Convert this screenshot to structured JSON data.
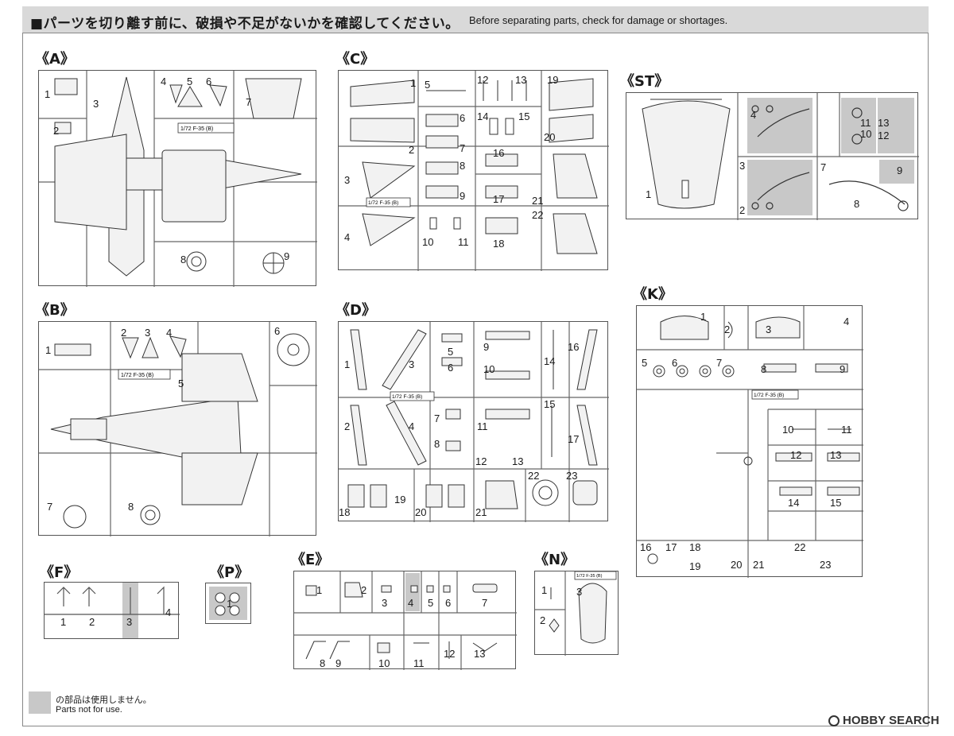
{
  "header": {
    "title_jp": "■パーツを切り離す前に、破損や不足がないかを確認してください。",
    "title_en": "Before separating parts, check for damage or shortages."
  },
  "sections": {
    "A": {
      "label": "《A》",
      "parts": [
        "1",
        "2",
        "3",
        "4",
        "5",
        "6",
        "7",
        "8",
        "9"
      ]
    },
    "B": {
      "label": "《B》",
      "parts": [
        "1",
        "2",
        "3",
        "4",
        "5",
        "6",
        "7",
        "8"
      ]
    },
    "C": {
      "label": "《C》",
      "parts": [
        "1",
        "2",
        "3",
        "4",
        "5",
        "6",
        "7",
        "8",
        "9",
        "10",
        "11",
        "12",
        "13",
        "14",
        "15",
        "16",
        "17",
        "18",
        "19",
        "20",
        "21",
        "22"
      ]
    },
    "D": {
      "label": "《D》",
      "parts": [
        "1",
        "2",
        "3",
        "4",
        "5",
        "6",
        "7",
        "8",
        "9",
        "10",
        "11",
        "12",
        "13",
        "14",
        "15",
        "16",
        "17",
        "18",
        "19",
        "20",
        "21",
        "22",
        "23"
      ]
    },
    "ST": {
      "label": "《ST》",
      "parts": [
        "1",
        "2",
        "3",
        "4",
        "7",
        "8",
        "9",
        "10",
        "11",
        "12",
        "13"
      ]
    },
    "K": {
      "label": "《K》",
      "parts": [
        "1",
        "2",
        "3",
        "4",
        "5",
        "6",
        "7",
        "8",
        "9",
        "10",
        "11",
        "12",
        "13",
        "14",
        "15",
        "16",
        "17",
        "18",
        "19",
        "20",
        "21",
        "22",
        "23"
      ]
    },
    "F": {
      "label": "《F》",
      "parts": [
        "1",
        "2",
        "3",
        "4"
      ]
    },
    "P": {
      "label": "《P》",
      "parts": [
        "1"
      ]
    },
    "E": {
      "label": "《E》",
      "parts": [
        "1",
        "2",
        "3",
        "4",
        "5",
        "6",
        "7",
        "8",
        "9",
        "10",
        "11",
        "12",
        "13"
      ]
    },
    "N": {
      "label": "《N》",
      "parts": [
        "1",
        "2",
        "3"
      ]
    }
  },
  "sprue_marks": {
    "A": "1/72 F-35 (B)",
    "B": "1/72 F-35 (B)",
    "C": "1/72 F-35 (B)",
    "D": "1/72 F-35 (B)",
    "K": "1/72 F-35 (B)",
    "N": "1/72 F-35 (B)"
  },
  "legend": {
    "jp": "の部品は使用しません。",
    "en": "Parts not for use."
  },
  "watermark": "HOBBY SEARCH",
  "colors": {
    "unused_parts": "#c8c8c8",
    "outline": "#555555"
  }
}
